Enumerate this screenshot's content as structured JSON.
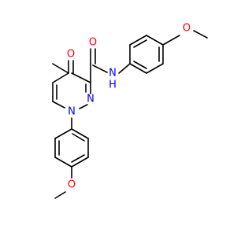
{
  "molecule": {
    "atoms": {
      "ring_carbonyl_O": {
        "symbol": "O",
        "color": "#ff0000"
      },
      "amide_O": {
        "symbol": "O",
        "color": "#ff0000"
      },
      "amide_N": {
        "symbol": "N",
        "color": "#0000ff"
      },
      "amide_H": {
        "symbol": "H",
        "color": "#0000ff"
      },
      "ring_N1": {
        "symbol": "N",
        "color": "#0000ff"
      },
      "ring_N2": {
        "symbol": "N",
        "color": "#0000ff"
      },
      "methoxy_O_top": {
        "symbol": "O",
        "color": "#ff0000"
      },
      "methoxy_O_bottom": {
        "symbol": "O",
        "color": "#ff0000"
      }
    },
    "bond_color": "#000000"
  }
}
